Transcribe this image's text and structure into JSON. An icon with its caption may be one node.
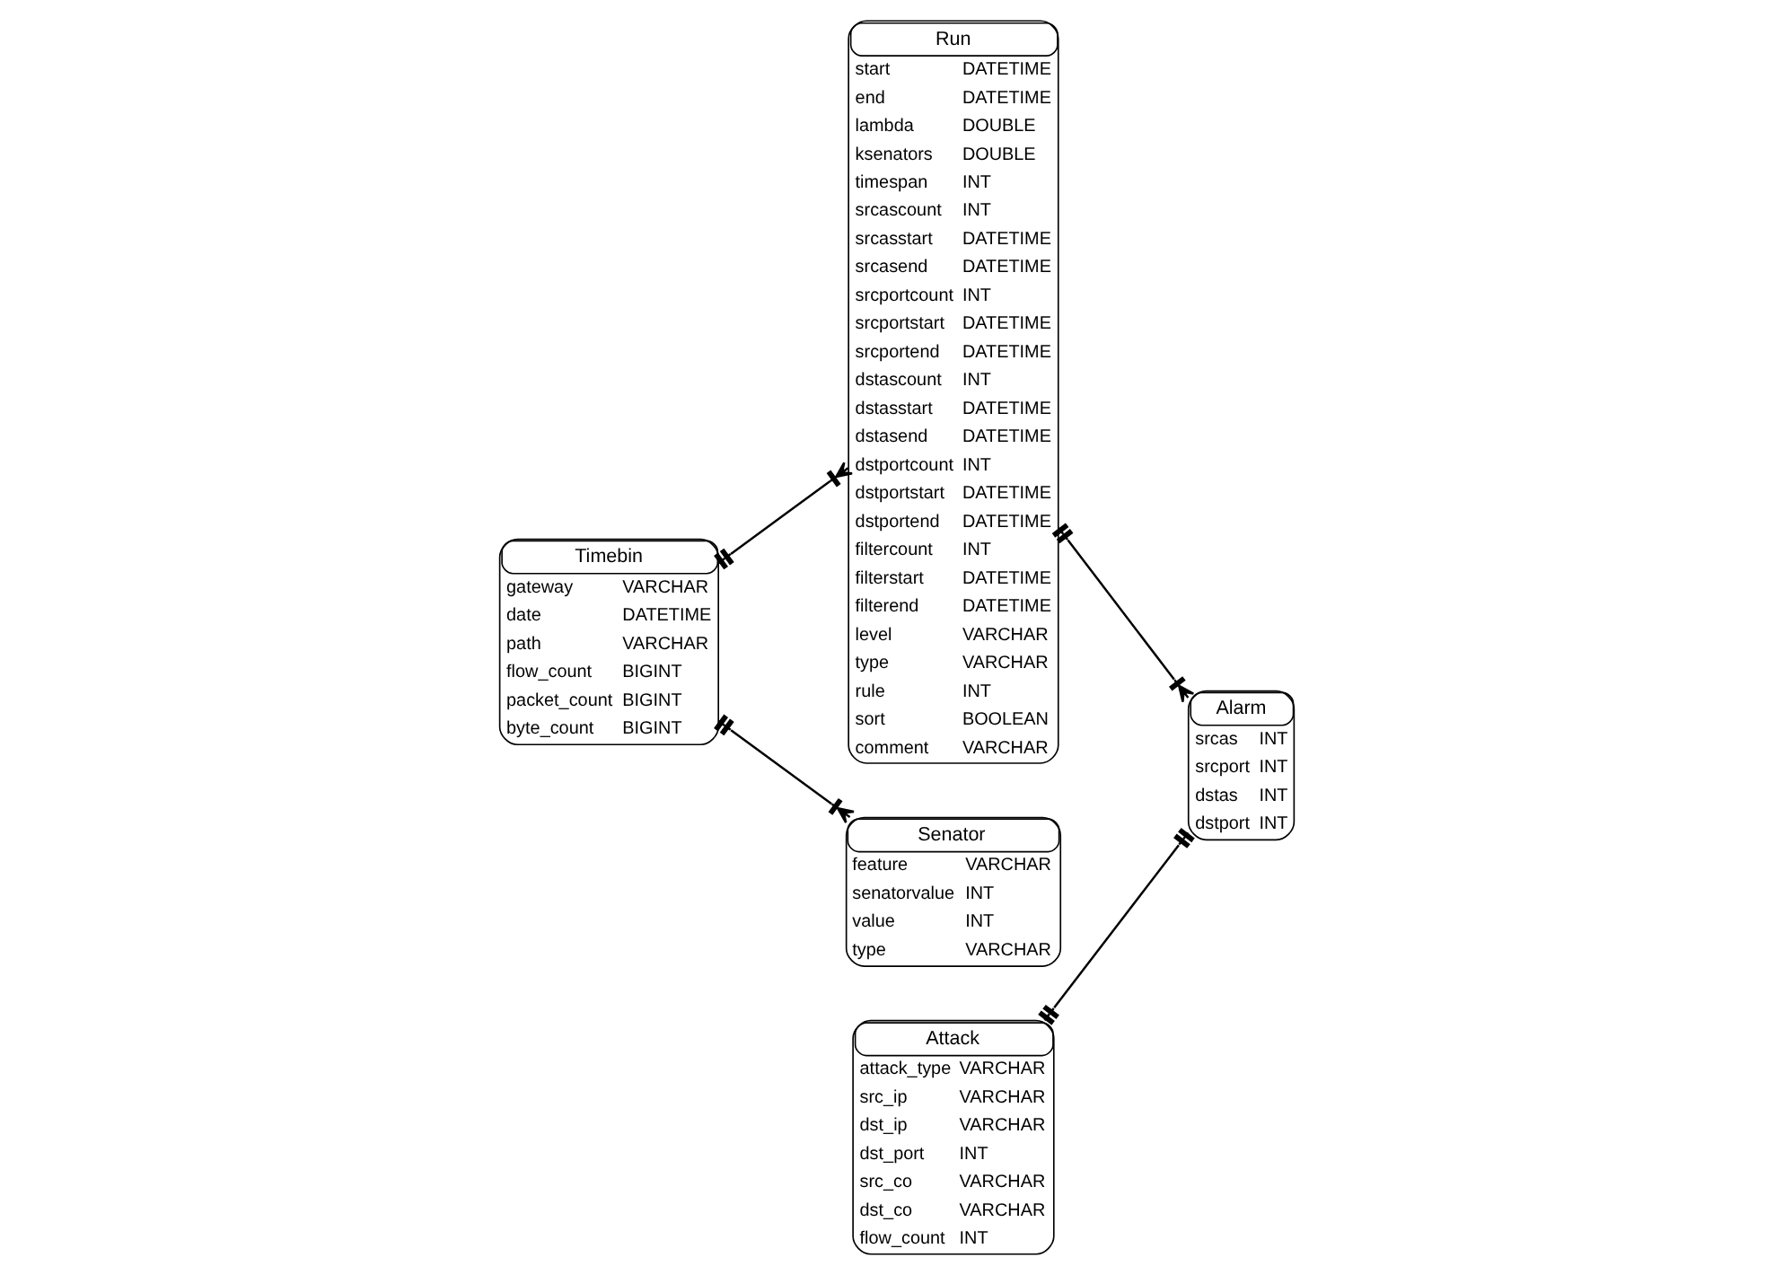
{
  "diagram": {
    "nodes": [
      {
        "text": [
          "Timebin",
          "gateway",
          "VARCHAR",
          "date",
          "DATETIME",
          "path",
          "VARCHAR",
          "flow_count",
          "BIGINT",
          "packet_count",
          "BIGINT",
          "byte_count",
          "BIGINT"
        ]
      },
      {
        "text": [
          "Run",
          "start",
          "DATETIME",
          "end",
          "DATETIME",
          "lambda",
          "DOUBLE",
          "ksenators",
          "DOUBLE",
          "timespan",
          "INT",
          "srcascount",
          "INT",
          "srcasstart",
          "DATETIME",
          "srcasend",
          "DATETIME",
          "srcportcount",
          "INT",
          "srcportstart",
          "DATETIME",
          "srcportend",
          "DATETIME",
          "dstascount",
          "INT",
          "dstasstart",
          "DATETIME",
          "dstasend",
          "DATETIME",
          "dstportcount",
          "INT",
          "dstportstart",
          "DATETIME",
          "dstportend",
          "DATETIME",
          "filtercount",
          "INT",
          "filterstart",
          "DATETIME",
          "filterend",
          "DATETIME",
          "level",
          "VARCHAR",
          "type",
          "VARCHAR",
          "rule",
          "INT",
          "sort",
          "BOOLEAN",
          "comment",
          "VARCHAR"
        ]
      },
      {
        "text": [
          "Senator",
          "feature",
          "VARCHAR",
          "senatorvalue",
          "INT",
          "value",
          "INT",
          "type",
          "VARCHAR"
        ]
      },
      {
        "text": [
          "Alarm",
          "srcas",
          "INT",
          "srcport",
          "INT",
          "dstas",
          "INT",
          "dstport",
          "INT"
        ]
      },
      {
        "text": [
          "Attack",
          "attack_type",
          "VARCHAR",
          "src_ip",
          "VARCHAR",
          "dst_ip",
          "VARCHAR",
          "dst_port",
          "INT",
          "src_co",
          "VARCHAR",
          "dst_co",
          "VARCHAR",
          "flow_count",
          "INT"
        ]
      }
    ],
    "edges": [
      {
        "from": 0,
        "to": 1,
        "arrow": "other"
      },
      {
        "from": 0,
        "to": 2,
        "arrow": "other"
      },
      {
        "from": 4,
        "to": 3,
        "arrow": "other"
      },
      {
        "from": 1,
        "to": 3,
        "arrow": "other"
      }
    ]
  }
}
